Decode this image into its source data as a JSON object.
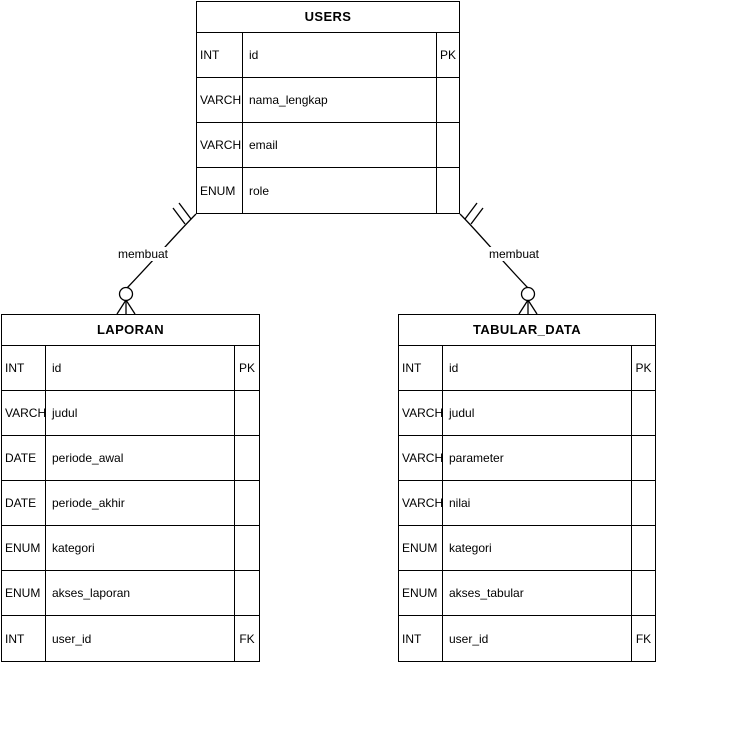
{
  "diagram": {
    "type": "entity-relationship-diagram",
    "notation": "crow's foot",
    "background_color": "#ffffff",
    "line_color": "#000000",
    "entities": [
      {
        "id": "users",
        "name": "USERS",
        "attributes": [
          {
            "type": "INT",
            "name": "id",
            "key": "PK"
          },
          {
            "type": "VARCH",
            "name": "nama_lengkap",
            "key": ""
          },
          {
            "type": "VARCH",
            "name": "email",
            "key": ""
          },
          {
            "type": "ENUM",
            "name": "role",
            "key": ""
          }
        ]
      },
      {
        "id": "laporan",
        "name": "LAPORAN",
        "attributes": [
          {
            "type": "INT",
            "name": "id",
            "key": "PK"
          },
          {
            "type": "VARCH",
            "name": "judul",
            "key": ""
          },
          {
            "type": "DATE",
            "name": "periode_awal",
            "key": ""
          },
          {
            "type": "DATE",
            "name": "periode_akhir",
            "key": ""
          },
          {
            "type": "ENUM",
            "name": "kategori",
            "key": ""
          },
          {
            "type": "ENUM",
            "name": "akses_laporan",
            "key": ""
          },
          {
            "type": "INT",
            "name": "user_id",
            "key": "FK"
          }
        ]
      },
      {
        "id": "tabular",
        "name": "TABULAR_DATA",
        "attributes": [
          {
            "type": "INT",
            "name": "id",
            "key": "PK"
          },
          {
            "type": "VARCH",
            "name": "judul",
            "key": ""
          },
          {
            "type": "VARCH",
            "name": "parameter",
            "key": ""
          },
          {
            "type": "VARCH",
            "name": "nilai",
            "key": ""
          },
          {
            "type": "ENUM",
            "name": "kategori",
            "key": ""
          },
          {
            "type": "ENUM",
            "name": "akses_tabular",
            "key": ""
          },
          {
            "type": "INT",
            "name": "user_id",
            "key": "FK"
          }
        ]
      }
    ],
    "relationships": [
      {
        "id": "users-laporan",
        "label": "membuat",
        "from": "USERS",
        "to": "LAPORAN",
        "from_cardinality": "exactly-one",
        "to_cardinality": "zero-or-many"
      },
      {
        "id": "users-tabular",
        "label": "membuat",
        "from": "USERS",
        "to": "TABULAR_DATA",
        "from_cardinality": "exactly-one",
        "to_cardinality": "zero-or-many"
      }
    ]
  }
}
